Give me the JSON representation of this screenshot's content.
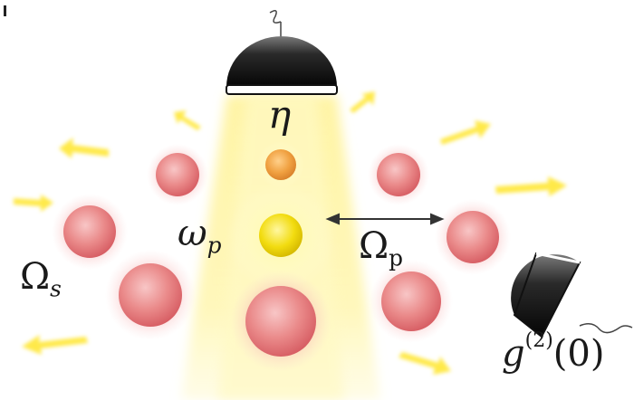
{
  "labels": {
    "eta": {
      "sym": "η"
    },
    "omega_p": {
      "sym": "ω",
      "sub": "p"
    },
    "Omega_p": {
      "sym": "Ω",
      "sub": "p"
    },
    "Omega_s": {
      "sym": "Ω",
      "sub": "s"
    },
    "g2": {
      "sym": "g",
      "sup": "(2)",
      "tail": "(0)"
    }
  },
  "colors": {
    "beam": "#fff06a",
    "beam_core": "#fff9b8",
    "atom": "#e87a7a",
    "atom_center": "#f5b9b9",
    "center_atom": "#e8d40a",
    "top_atom": "#f0a040",
    "photon_arrow": "#ffe94a",
    "detector": "#111111",
    "rim": "#ffffff"
  },
  "icons": [
    "detector-icon",
    "side-detector-icon",
    "photon-arrow-icon",
    "double-arrow-icon"
  ]
}
